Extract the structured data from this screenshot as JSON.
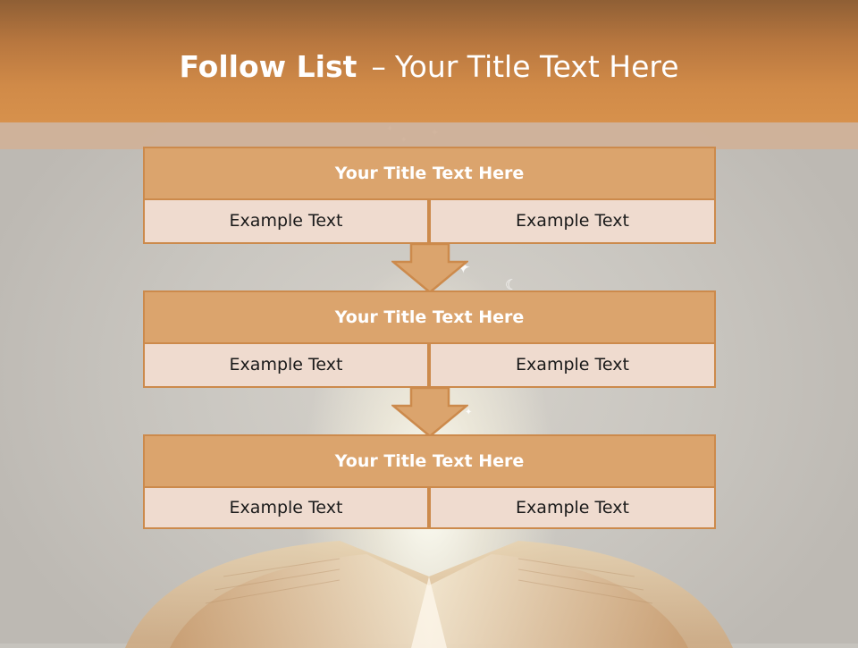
{
  "title": {
    "bold": "Follow List",
    "separator": "–",
    "rest": "Your Title Text Here"
  },
  "blocks": [
    {
      "title": "Your Title Text Here",
      "left": "Example Text",
      "right": "Example Text"
    },
    {
      "title": "Your Title Text Here",
      "left": "Example Text",
      "right": "Example Text"
    },
    {
      "title": "Your Title Text Here",
      "left": "Example Text",
      "right": "Example Text"
    }
  ],
  "colors": {
    "header": "#d08a48",
    "block_title": "#dba46d",
    "cell": "#efdbcf",
    "border": "#cc8a4c"
  }
}
